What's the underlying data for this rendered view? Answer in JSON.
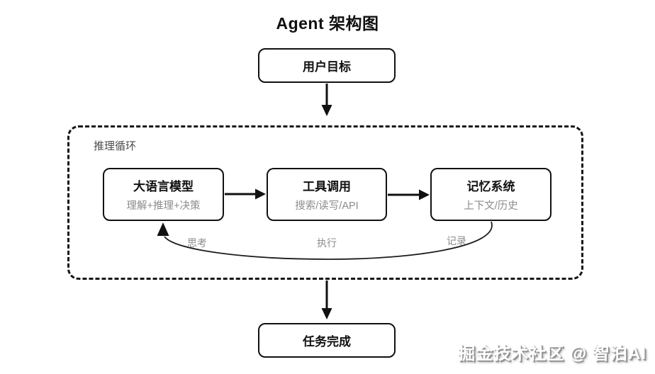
{
  "diagram": {
    "title": "Agent 架构图",
    "nodes": {
      "user_goal": {
        "label": "用户目标"
      },
      "llm": {
        "title": "大语言模型",
        "subtitle": "理解+推理+决策"
      },
      "tools": {
        "title": "工具调用",
        "subtitle": "搜索/读写/API"
      },
      "memory": {
        "title": "记忆系统",
        "subtitle": "上下文/历史"
      },
      "task_done": {
        "label": "任务完成"
      }
    },
    "loop": {
      "label": "推理循环",
      "edge_labels": {
        "think": "思考",
        "execute": "执行",
        "record": "记录"
      }
    },
    "flow": "用户目标 → [推理循环: 大语言模型 → 工具调用 → 记忆系统 → (回到)大语言模型] → 任务完成",
    "colors": {
      "line_black": "#111111",
      "subtitle_gray": "#8c8c8c",
      "loop_label_gray": "#4a4a4a",
      "background": "#ffffff"
    }
  },
  "watermark": {
    "text": "掘金技术社区 @ 智泊AI"
  }
}
